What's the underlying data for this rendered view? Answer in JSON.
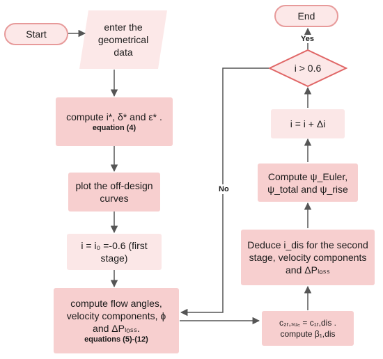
{
  "nodes": {
    "start": "Start",
    "input": [
      "enter the",
      "geometrical",
      "data"
    ],
    "compute_i": {
      "main": "compute i*, δ* and ε* .",
      "sub": "equation (4)"
    },
    "plot": [
      "plot the off-design",
      "curves"
    ],
    "init_i": [
      "i = i₀ =-0.6  (first",
      "stage)"
    ],
    "flow": {
      "lines": [
        "compute flow angles,",
        "velocity components, ϕ",
        "and ΔPₗₒₛₛ."
      ],
      "sub": "equations (5)-(12)"
    },
    "c2r": {
      "main": "c₂ᵣ,ₛᵤ꜀ = c₁ᵣ,dis .",
      "sub": "compute β₁,dis"
    },
    "deduce": [
      "Deduce i_dis for the second",
      "stage, velocity components",
      "and ΔPₗₒₛₛ"
    ],
    "compute_psi": [
      "Compute ψ_Euler,",
      "ψ_total and ψ_rise"
    ],
    "incr": "i = i + Δi",
    "decision": "i > 0.6",
    "end": "End"
  },
  "labels": {
    "yes": "Yes",
    "no": "No"
  }
}
